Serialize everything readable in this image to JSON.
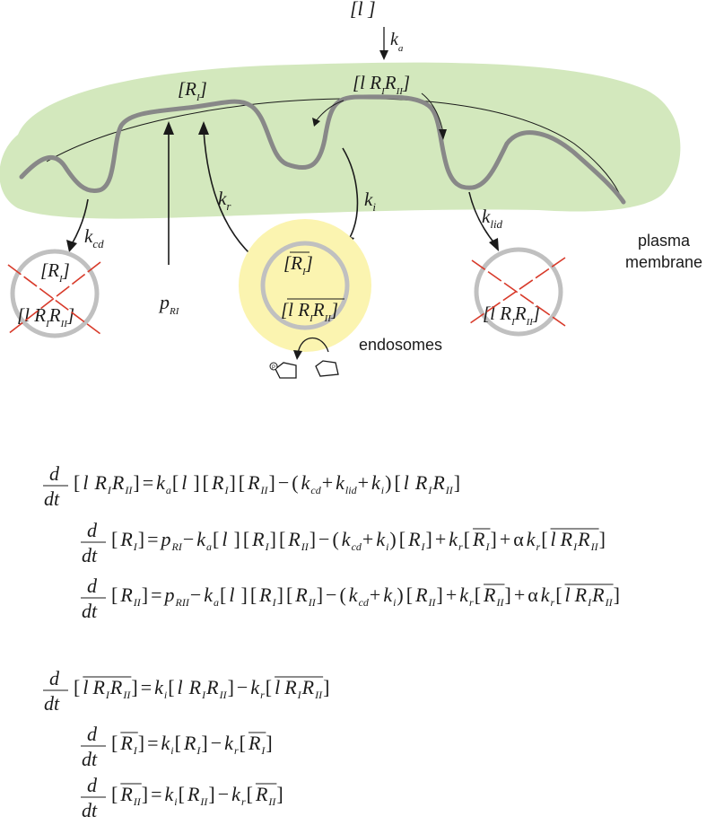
{
  "labels": {
    "ligand_top": "[l ]",
    "k_a": "k",
    "k_a_sub": "a",
    "R_I_membrane": "[R",
    "R_I_membrane_sub": "I",
    "l_RI_RII_membrane": "[l  R",
    "l_RI_RII_mid_sub": "I",
    "l_RI_RII_R2": "R",
    "l_RI_RII_end_sub": "II",
    "close_bracket": "]",
    "k_r": "k",
    "k_r_sub": "r",
    "k_i": "k",
    "k_i_sub": "i",
    "k_cd": "k",
    "k_cd_sub": "cd",
    "k_lid": "k",
    "k_lid_sub": "lid",
    "p_RI": "p",
    "p_RI_sub": "RI",
    "plasma_membrane_line1": "plasma",
    "plasma_membrane_line2": "membrane",
    "endosomes": "endosomes",
    "phospho": "P",
    "degraded_left_1": "[R",
    "degraded_left_2": "[l  R",
    "degraded_right": "[l  R",
    "endosome_R_I": "[R",
    "endosome_complex": "[l  R"
  },
  "colors": {
    "cytoplasm_fill": "#d3e8bd",
    "endosome_fill": "#fbf4b0",
    "membrane_gray": "#888888",
    "vesicle_gray": "#c0c0c0",
    "cross_red": "#d83a2a"
  },
  "equations": [
    {
      "lhs": "[l  R_I R_II]",
      "rhs": "= k_a[l ][R_I][R_II] − (k_cd + k_lid + k_i)[l  R_I R_II]"
    },
    {
      "lhs": "[R_I]",
      "rhs": "= p_RI − k_a[l ][R_I][R_II] − (k_cd + k_i)[R_I] + k_r[R̄_I] + αk_r[l R_I R_II (overlined)]"
    },
    {
      "lhs": "[R_II]",
      "rhs": "= p_RII − k_a[l ][R_I][R_II] − (k_cd + k_i)[R_II] + k_r[R̄_II] + αk_r[l R_I R_II (overlined)]"
    },
    {
      "lhs": "[l R_I R_II (overlined)]",
      "rhs": "= k_i[l  R_I R_II] − k_r[l R_I R_II (overlined)]"
    },
    {
      "lhs": "[R̄_I]",
      "rhs": "= k_i[R_I] − k_r[R̄_I]"
    },
    {
      "lhs": "[R̄_II]",
      "rhs": "= k_i[R_II] − k_r[R̄_II]"
    }
  ],
  "eq_tokens": {
    "d": "d",
    "dt": "dt",
    "eq": "=",
    "minus": "−",
    "plus": "+",
    "alpha": "α",
    "open": "[",
    "close": "]",
    "lparen": "(",
    "rparen": ")",
    "l_": "l",
    "R": "R",
    "I": "I",
    "II": "II",
    "k": "k",
    "a": "a",
    "cd": "cd",
    "lid": "lid",
    "i": "i",
    "r": "r",
    "p": "p",
    "RI": "RI",
    "RII": "RII"
  }
}
